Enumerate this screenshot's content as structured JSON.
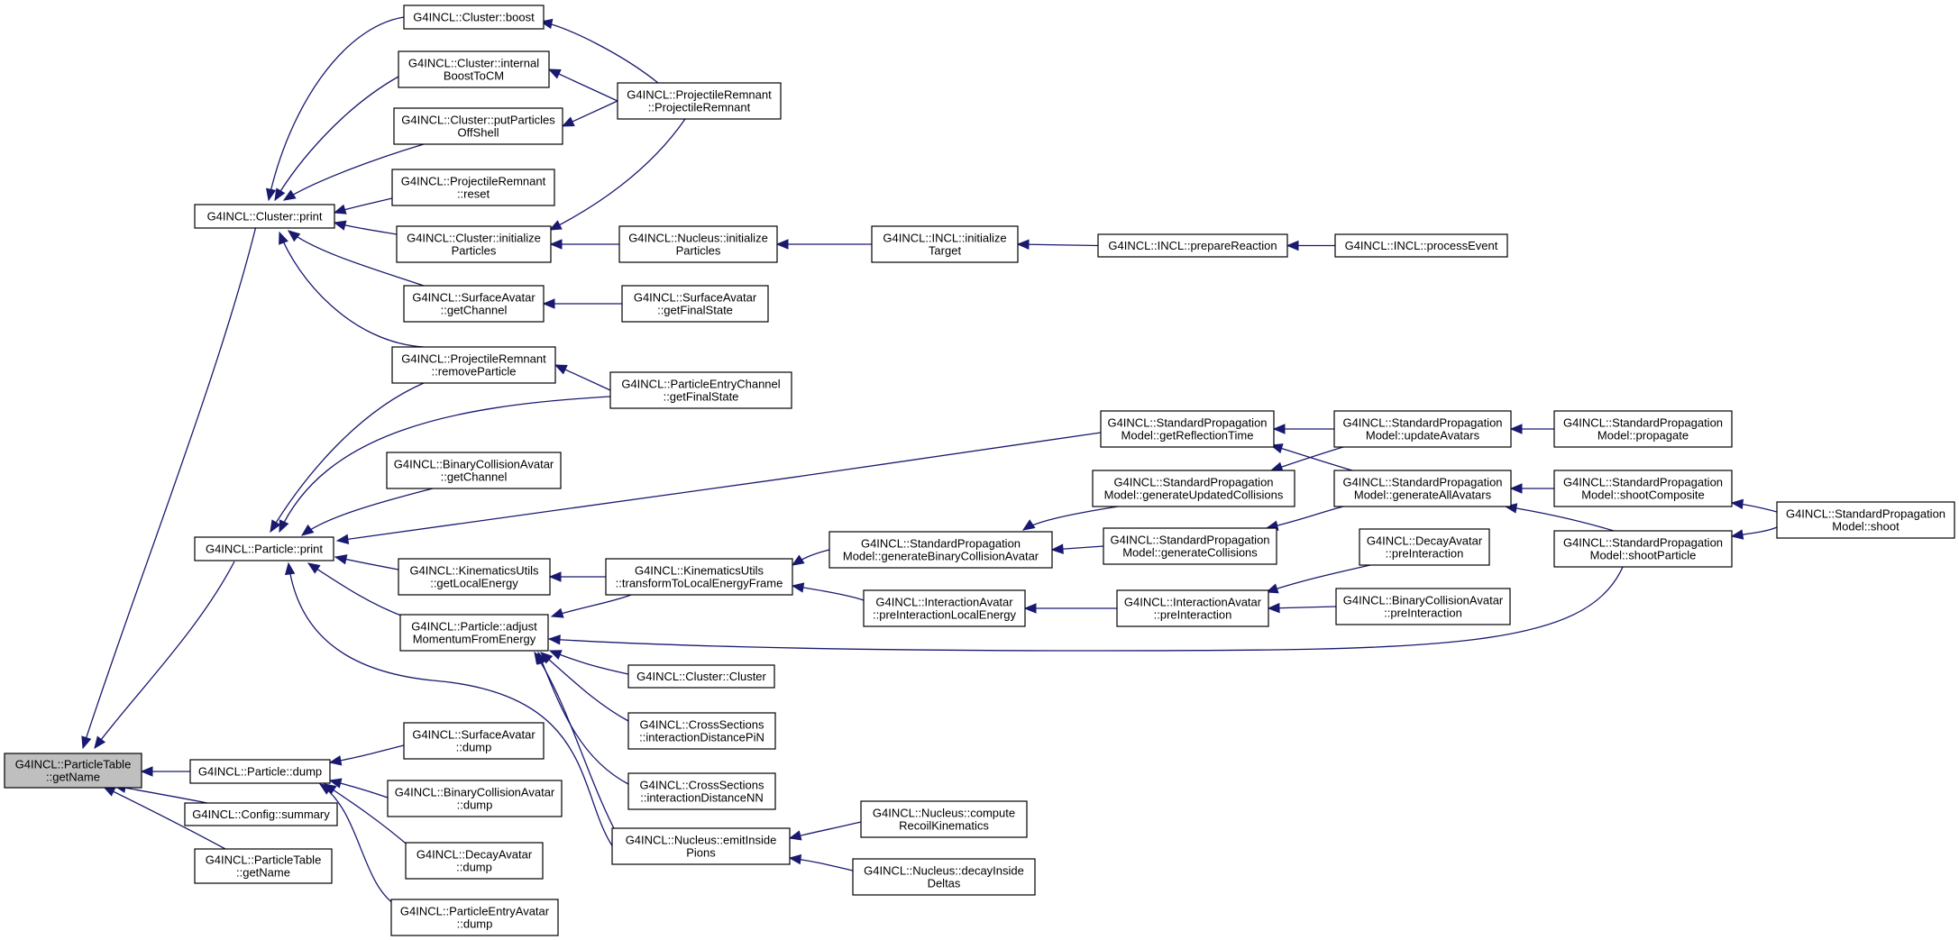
{
  "graph": {
    "type": "call-graph",
    "edge_color": "#191970",
    "root_fill": "#bfbfbf",
    "nodes": [
      {
        "id": "root",
        "lines": [
          "G4INCL::ParticleTable",
          "::getName"
        ],
        "root": true
      },
      {
        "id": "cluster_print",
        "lines": [
          "G4INCL::Cluster::print"
        ]
      },
      {
        "id": "particle_print",
        "lines": [
          "G4INCL::Particle::print"
        ]
      },
      {
        "id": "particle_dump",
        "lines": [
          "G4INCL::Particle::dump"
        ]
      },
      {
        "id": "config_summary",
        "lines": [
          "G4INCL::Config::summary"
        ]
      },
      {
        "id": "pt_getname2",
        "lines": [
          "G4INCL::ParticleTable",
          "::getName"
        ]
      },
      {
        "id": "cluster_boost",
        "lines": [
          "G4INCL::Cluster::boost"
        ]
      },
      {
        "id": "cluster_internal",
        "lines": [
          "G4INCL::Cluster::internal",
          "BoostToCM"
        ]
      },
      {
        "id": "cluster_put",
        "lines": [
          "G4INCL::Cluster::putParticles",
          "OffShell"
        ]
      },
      {
        "id": "pr_reset",
        "lines": [
          "G4INCL::ProjectileRemnant",
          "::reset"
        ]
      },
      {
        "id": "cluster_init",
        "lines": [
          "G4INCL::Cluster::initialize",
          "Particles"
        ]
      },
      {
        "id": "sa_getchannel",
        "lines": [
          "G4INCL::SurfaceAvatar",
          "::getChannel"
        ]
      },
      {
        "id": "pr_remove",
        "lines": [
          "G4INCL::ProjectileRemnant",
          "::removeParticle"
        ]
      },
      {
        "id": "pr_ctor",
        "lines": [
          "G4INCL::ProjectileRemnant",
          "::ProjectileRemnant"
        ]
      },
      {
        "id": "nucleus_init",
        "lines": [
          "G4INCL::Nucleus::initialize",
          "Particles"
        ]
      },
      {
        "id": "incl_inittarget",
        "lines": [
          "G4INCL::INCL::initialize",
          "Target"
        ]
      },
      {
        "id": "incl_prepare",
        "lines": [
          "G4INCL::INCL::prepareReaction"
        ]
      },
      {
        "id": "incl_process",
        "lines": [
          "G4INCL::INCL::processEvent"
        ]
      },
      {
        "id": "sa_getfinal",
        "lines": [
          "G4INCL::SurfaceAvatar",
          "::getFinalState"
        ]
      },
      {
        "id": "pec_getfinal",
        "lines": [
          "G4INCL::ParticleEntryChannel",
          "::getFinalState"
        ]
      },
      {
        "id": "bca_getchannel",
        "lines": [
          "G4INCL::BinaryCollisionAvatar",
          "::getChannel"
        ]
      },
      {
        "id": "ku_getlocal",
        "lines": [
          "G4INCL::KinematicsUtils",
          "::getLocalEnergy"
        ]
      },
      {
        "id": "particle_adjust",
        "lines": [
          "G4INCL::Particle::adjust",
          "MomentumFromEnergy"
        ]
      },
      {
        "id": "ku_transform",
        "lines": [
          "G4INCL::KinematicsUtils",
          "::transformToLocalEnergyFrame"
        ]
      },
      {
        "id": "cluster_ctor",
        "lines": [
          "G4INCL::Cluster::Cluster"
        ]
      },
      {
        "id": "cs_pin",
        "lines": [
          "G4INCL::CrossSections",
          "::interactionDistancePiN"
        ]
      },
      {
        "id": "cs_nn",
        "lines": [
          "G4INCL::CrossSections",
          "::interactionDistanceNN"
        ]
      },
      {
        "id": "nucleus_emit",
        "lines": [
          "G4INCL::Nucleus::emitInside",
          "Pions"
        ]
      },
      {
        "id": "spm_genbinary",
        "lines": [
          "G4INCL::StandardPropagation",
          "Model::generateBinaryCollisionAvatar"
        ]
      },
      {
        "id": "ia_prelocal",
        "lines": [
          "G4INCL::InteractionAvatar",
          "::preInteractionLocalEnergy"
        ]
      },
      {
        "id": "spm_getrefl",
        "lines": [
          "G4INCL::StandardPropagation",
          "Model::getReflectionTime"
        ]
      },
      {
        "id": "spm_genupdated",
        "lines": [
          "G4INCL::StandardPropagation",
          "Model::generateUpdatedCollisions"
        ]
      },
      {
        "id": "spm_gencoll",
        "lines": [
          "G4INCL::StandardPropagation",
          "Model::generateCollisions"
        ]
      },
      {
        "id": "ia_pre",
        "lines": [
          "G4INCL::InteractionAvatar",
          "::preInteraction"
        ]
      },
      {
        "id": "spm_update",
        "lines": [
          "G4INCL::StandardPropagation",
          "Model::updateAvatars"
        ]
      },
      {
        "id": "spm_genall",
        "lines": [
          "G4INCL::StandardPropagation",
          "Model::generateAllAvatars"
        ]
      },
      {
        "id": "da_pre",
        "lines": [
          "G4INCL::DecayAvatar",
          "::preInteraction"
        ]
      },
      {
        "id": "bca_pre",
        "lines": [
          "G4INCL::BinaryCollisionAvatar",
          "::preInteraction"
        ]
      },
      {
        "id": "spm_propagate",
        "lines": [
          "G4INCL::StandardPropagation",
          "Model::propagate"
        ]
      },
      {
        "id": "spm_shootcomp",
        "lines": [
          "G4INCL::StandardPropagation",
          "Model::shootComposite"
        ]
      },
      {
        "id": "spm_shootpart",
        "lines": [
          "G4INCL::StandardPropagation",
          "Model::shootParticle"
        ]
      },
      {
        "id": "spm_shoot",
        "lines": [
          "G4INCL::StandardPropagation",
          "Model::shoot"
        ]
      },
      {
        "id": "nucleus_compute",
        "lines": [
          "G4INCL::Nucleus::compute",
          "RecoilKinematics"
        ]
      },
      {
        "id": "nucleus_decay",
        "lines": [
          "G4INCL::Nucleus::decayInside",
          "Deltas"
        ]
      },
      {
        "id": "sa_dump",
        "lines": [
          "G4INCL::SurfaceAvatar",
          "::dump"
        ]
      },
      {
        "id": "bca_dump",
        "lines": [
          "G4INCL::BinaryCollisionAvatar",
          "::dump"
        ]
      },
      {
        "id": "da_dump",
        "lines": [
          "G4INCL::DecayAvatar",
          "::dump"
        ]
      },
      {
        "id": "pea_dump",
        "lines": [
          "G4INCL::ParticleEntryAvatar",
          "::dump"
        ]
      }
    ],
    "edges": [
      [
        "cluster_print",
        "root"
      ],
      [
        "particle_print",
        "root"
      ],
      [
        "particle_dump",
        "root"
      ],
      [
        "config_summary",
        "root"
      ],
      [
        "pt_getname2",
        "root"
      ],
      [
        "cluster_boost",
        "cluster_print"
      ],
      [
        "cluster_internal",
        "cluster_print"
      ],
      [
        "cluster_put",
        "cluster_print"
      ],
      [
        "pr_reset",
        "cluster_print"
      ],
      [
        "cluster_init",
        "cluster_print"
      ],
      [
        "sa_getchannel",
        "cluster_print"
      ],
      [
        "pr_remove",
        "cluster_print"
      ],
      [
        "pr_ctor",
        "cluster_boost"
      ],
      [
        "pr_ctor",
        "cluster_internal"
      ],
      [
        "pr_ctor",
        "cluster_put"
      ],
      [
        "pr_ctor",
        "cluster_init"
      ],
      [
        "nucleus_init",
        "cluster_init"
      ],
      [
        "incl_inittarget",
        "nucleus_init"
      ],
      [
        "incl_prepare",
        "incl_inittarget"
      ],
      [
        "incl_process",
        "incl_prepare"
      ],
      [
        "sa_getfinal",
        "sa_getchannel"
      ],
      [
        "pec_getfinal",
        "pr_remove"
      ],
      [
        "pr_remove",
        "particle_print"
      ],
      [
        "pec_getfinal",
        "particle_print"
      ],
      [
        "bca_getchannel",
        "particle_print"
      ],
      [
        "ku_getlocal",
        "particle_print"
      ],
      [
        "particle_adjust",
        "particle_print"
      ],
      [
        "nucleus_emit",
        "particle_print"
      ],
      [
        "spm_getrefl",
        "particle_print"
      ],
      [
        "ku_transform",
        "ku_getlocal"
      ],
      [
        "ku_transform",
        "particle_adjust"
      ],
      [
        "cluster_ctor",
        "particle_adjust"
      ],
      [
        "cs_pin",
        "particle_adjust"
      ],
      [
        "cs_nn",
        "particle_adjust"
      ],
      [
        "nucleus_emit",
        "particle_adjust"
      ],
      [
        "spm_shootpart",
        "particle_adjust"
      ],
      [
        "spm_genbinary",
        "ku_transform"
      ],
      [
        "ia_prelocal",
        "ku_transform"
      ],
      [
        "spm_genupdated",
        "spm_genbinary"
      ],
      [
        "spm_gencoll",
        "spm_genbinary"
      ],
      [
        "ia_pre",
        "ia_prelocal"
      ],
      [
        "spm_update",
        "spm_getrefl"
      ],
      [
        "spm_genall",
        "spm_getrefl"
      ],
      [
        "spm_update",
        "spm_genupdated"
      ],
      [
        "spm_genall",
        "spm_gencoll"
      ],
      [
        "da_pre",
        "ia_pre"
      ],
      [
        "bca_pre",
        "ia_pre"
      ],
      [
        "spm_propagate",
        "spm_update"
      ],
      [
        "spm_shootcomp",
        "spm_genall"
      ],
      [
        "spm_shootpart",
        "spm_genall"
      ],
      [
        "spm_shoot",
        "spm_shootcomp"
      ],
      [
        "spm_shoot",
        "spm_shootpart"
      ],
      [
        "nucleus_compute",
        "nucleus_emit"
      ],
      [
        "nucleus_decay",
        "nucleus_emit"
      ],
      [
        "sa_dump",
        "particle_dump"
      ],
      [
        "bca_dump",
        "particle_dump"
      ],
      [
        "da_dump",
        "particle_dump"
      ],
      [
        "pea_dump",
        "particle_dump"
      ]
    ]
  }
}
